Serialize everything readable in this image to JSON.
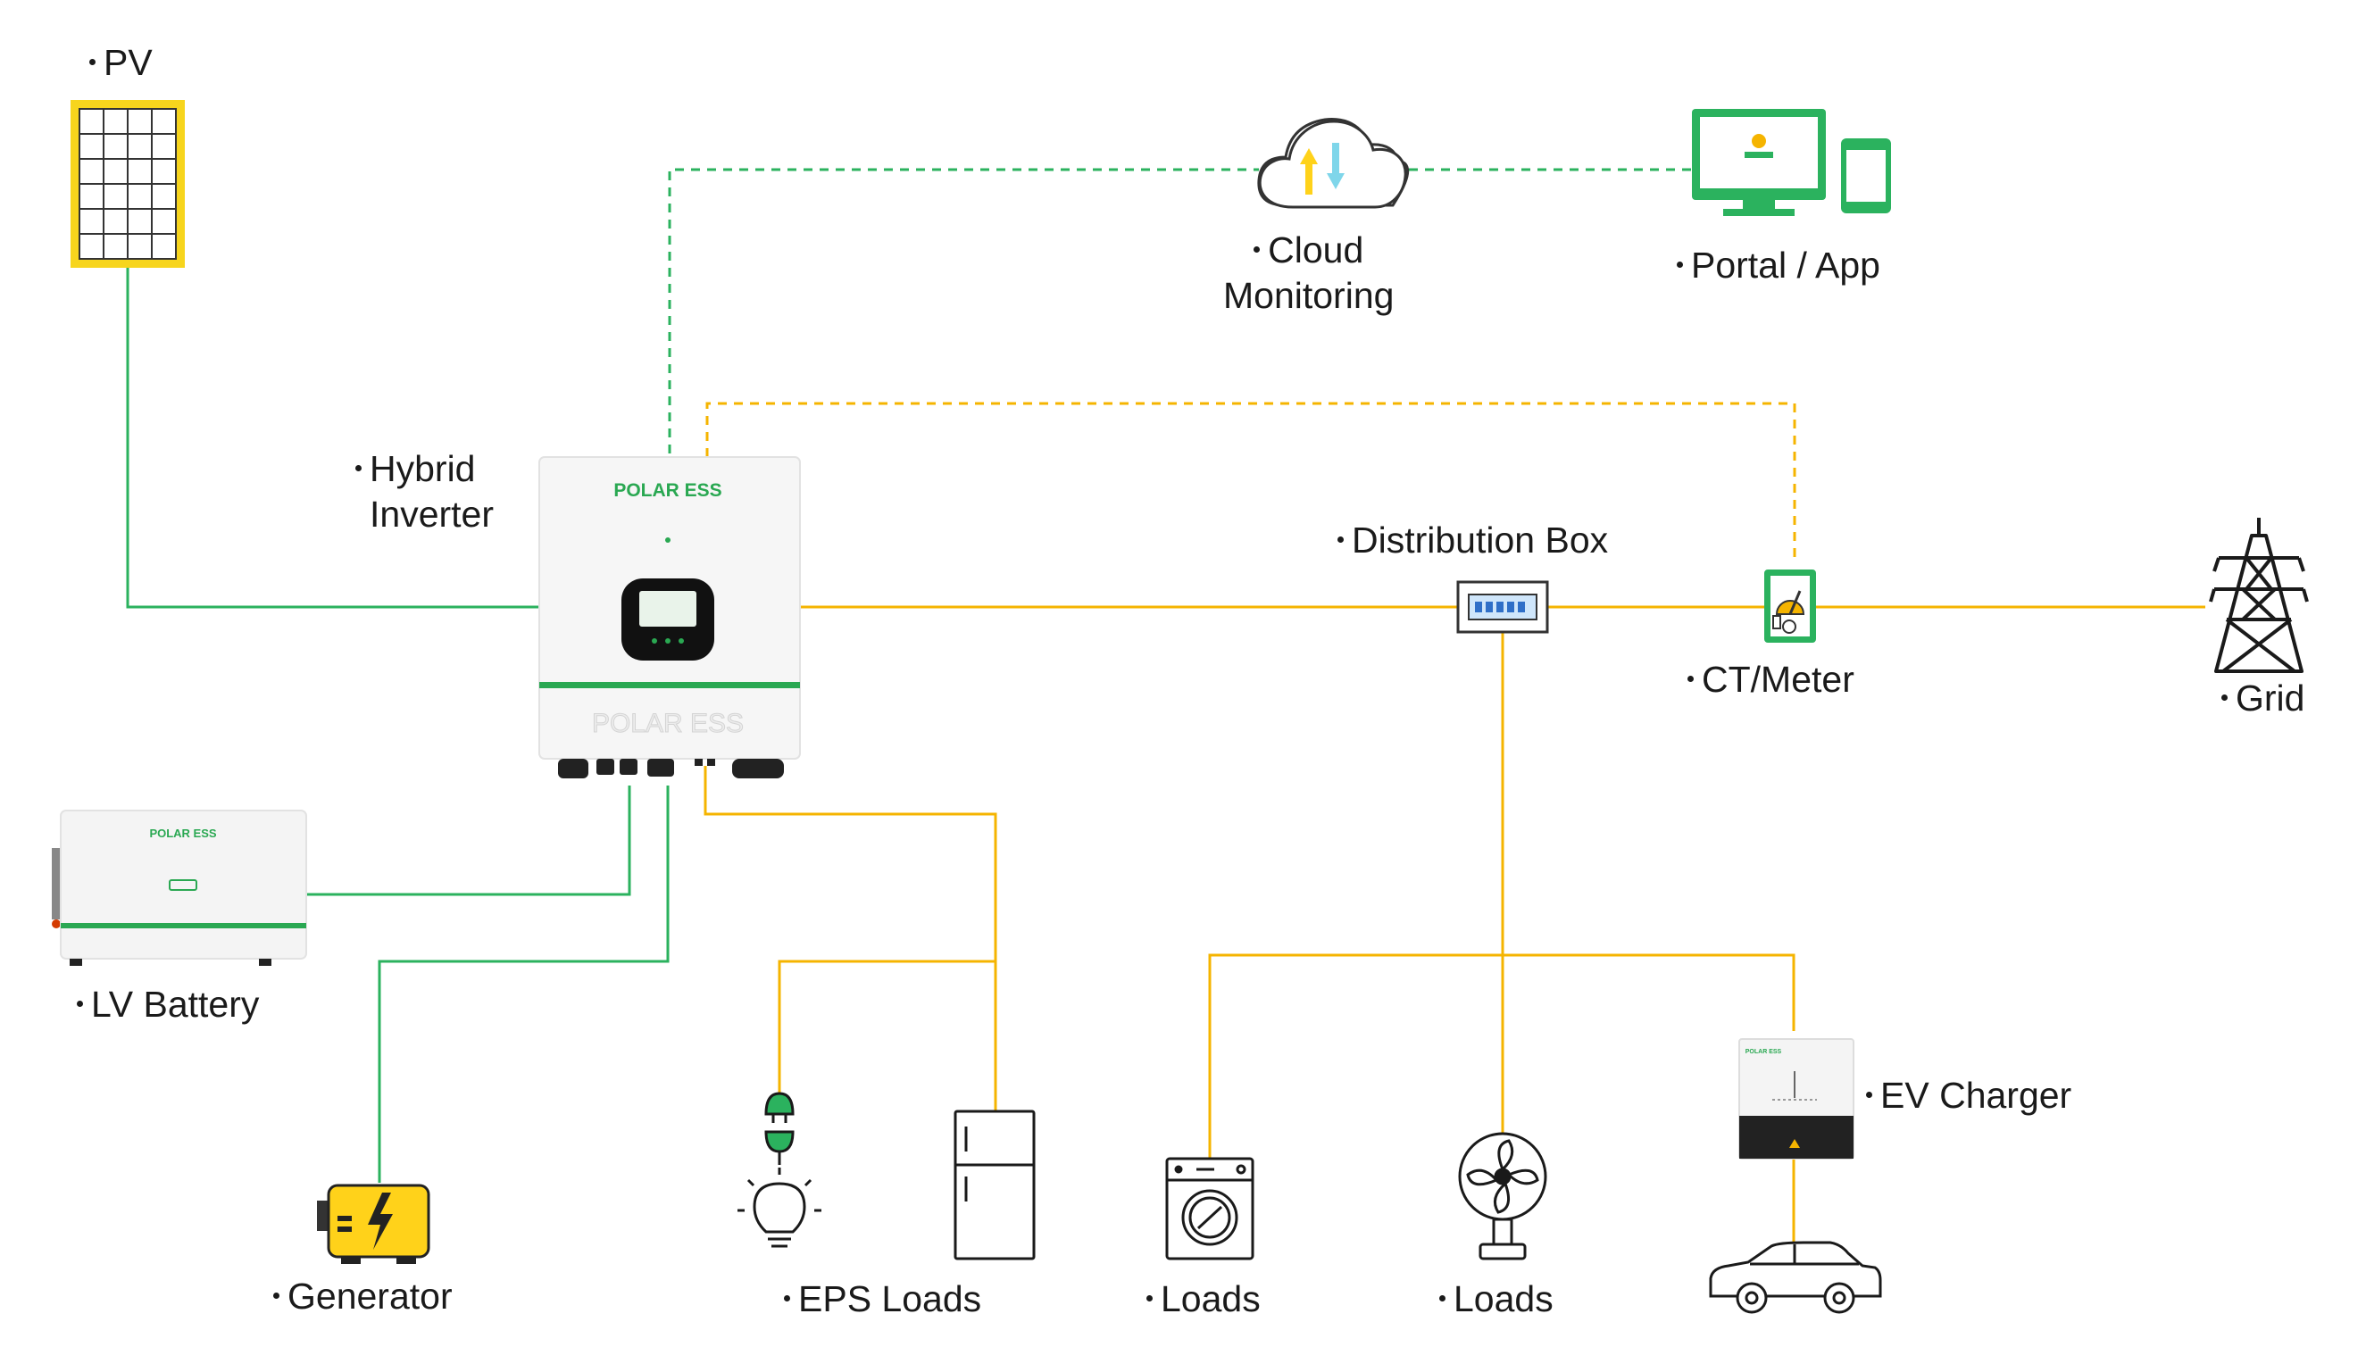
{
  "labels": {
    "pv": "PV",
    "cloud_line1": "Cloud",
    "cloud_line2": "Monitoring",
    "portal": "Portal / App",
    "inverter_line1": "Hybrid",
    "inverter_line2": "Inverter",
    "distribution": "Distribution Box",
    "ct_meter": "CT/Meter",
    "grid": "Grid",
    "battery": "LV Battery",
    "generator": "Generator",
    "eps_loads": "EPS Loads",
    "loads_1": "Loads",
    "loads_2": "Loads",
    "ev_charger": "EV Charger"
  },
  "brand": {
    "inverter_logo": "POLAR ESS",
    "inverter_embossed": "POLAR ESS",
    "battery_logo": "POLAR ESS",
    "ev_logo": "POLAR ESS"
  },
  "colors": {
    "dc_line": "#2bb25e",
    "ac_line": "#f5b400",
    "comm_dashed": "#2bb25e",
    "meter_dashed": "#f5b400",
    "brand_green": "#2aa852",
    "pv_yellow": "#f7d51d",
    "cloud_up_arrow": "#ffd21a",
    "cloud_down_arrow": "#7fd6ea"
  },
  "icons": [
    "solar-panel-icon",
    "cloud-icon",
    "monitor-icon",
    "phone-icon",
    "hybrid-inverter-icon",
    "distribution-box-icon",
    "ct-meter-icon",
    "transmission-tower-icon",
    "battery-icon",
    "generator-icon",
    "plug-icon",
    "light-bulb-icon",
    "refrigerator-icon",
    "washing-machine-icon",
    "fan-icon",
    "ev-charger-icon",
    "car-icon"
  ]
}
